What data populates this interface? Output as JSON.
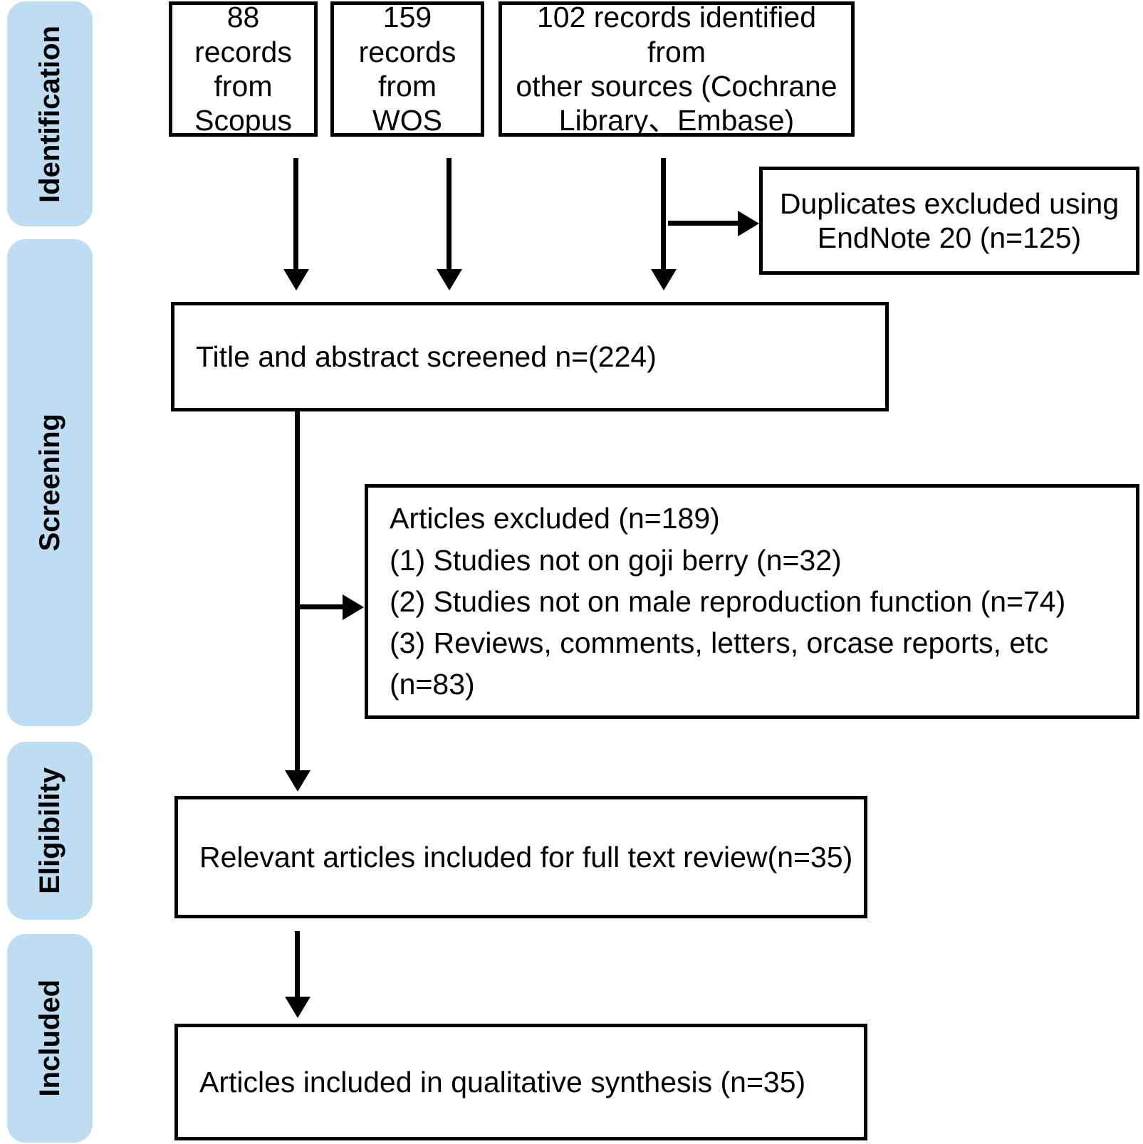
{
  "diagram": {
    "title": "PRISMA study selection flow diagram",
    "accent_color": "#bedcf2",
    "line_color": "#000000",
    "stages": [
      {
        "label": "Identification"
      },
      {
        "label": "Screening"
      },
      {
        "label": "Eligibility"
      },
      {
        "label": "Included"
      }
    ],
    "boxes": {
      "scopus": "88 records\nfrom Scopus",
      "wos": "159 records\nfrom WOS",
      "other_sources": "102 records identified from\nother sources (Cochrane\nLibrary、Embase)",
      "duplicates": "Duplicates excluded using\nEndNote 20 (n=125)",
      "screened": "Title and abstract screened n=(224)",
      "excluded_heading": "Articles excluded (n=189)",
      "excluded_reason_1": "(1) Studies not on goji berry (n=32)",
      "excluded_reason_2": "(2) Studies not on male reproduction function (n=74)",
      "excluded_reason_3": "(3) Reviews, comments, letters, orcase reports, etc (n=83)",
      "full_text": "Relevant articles included for full text review(n=35)",
      "qualitative": "Articles included in qualitative synthesis (n=35)"
    }
  }
}
